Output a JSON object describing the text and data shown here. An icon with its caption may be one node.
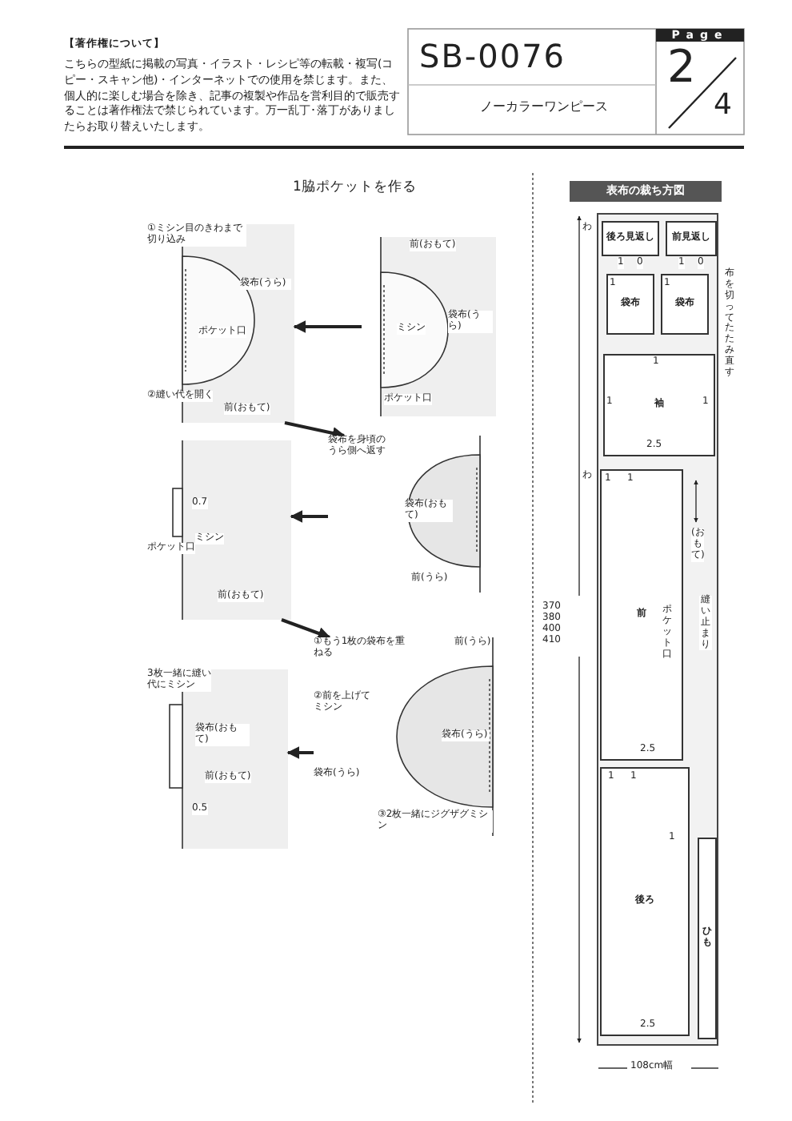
{
  "diagram": {
    "nodes": [
      {
        "text": [
          "前(おもて)",
          "袋布(うら)",
          "ポケット口",
          "ミシン"
        ]
      },
      {
        "text": [
          "①ミシン目のきわまで切り込み",
          "ポケット口",
          "袋布(うら)",
          "②縫い代を開く",
          "前(おもて)"
        ]
      },
      {
        "text": [
          "袋布を身頃のうら側へ返す",
          "袋布(おもて)",
          "前(うら)"
        ]
      },
      {
        "text": [
          "ポケット口",
          "0.7",
          "ミシン",
          "前(おもて)"
        ]
      },
      {
        "text": [
          "①もう1枚の袋布を重ねる",
          "前(うら)",
          "②前を上げてミシン",
          "袋布(うら)",
          "袋布(うら)",
          "③2枚一緒にジグザグミシン"
        ]
      },
      {
        "text": [
          "3枚一緒に縫い代にミシン",
          "袋布(おもて)",
          "前(おもて)",
          "0.5"
        ]
      },
      {
        "text": [
          "表布の裁ち方図"
        ]
      },
      {
        "text": [],
        "shape": "box"
      },
      {
        "text": [
          "後ろ見返し"
        ],
        "in": 7
      },
      {
        "text": [
          "前見返し"
        ],
        "in": 7
      },
      {
        "text": [
          "袋布"
        ],
        "in": 7
      },
      {
        "text": [
          "袋布"
        ],
        "in": 7
      },
      {
        "text": [
          "袖"
        ],
        "in": 7
      },
      {
        "text": [
          "前"
        ],
        "in": 7
      },
      {
        "text": [
          "後ろ"
        ],
        "in": 7
      },
      {
        "text": [
          "ひも"
        ],
        "in": 7
      }
    ],
    "edges": [
      {
        "from": 0,
        "to": 1,
        "arrow": "to"
      },
      {
        "from": 1,
        "to": 2,
        "arrow": "to"
      },
      {
        "from": 2,
        "to": 3,
        "arrow": "to"
      },
      {
        "from": 3,
        "to": 4,
        "arrow": "to"
      },
      {
        "from": 4,
        "to": 5,
        "arrow": "to"
      }
    ],
    "labels": [
      "【著作権について】",
      "こちらの型紙に掲載の写真・イラスト・レシピ等の転載・複写(コピー・スキャン他)・インターネットでの使用を禁じます。また、個人的に楽しむ場合を除き、記事の複製や作品を営利目的で販売することは著作権法で禁じられています。万一乱丁･落丁がありましたらお取り替えいたします。",
      "SB-0076",
      "ノーカラーワンピース",
      "Page",
      "2",
      "4",
      "1脇ポケットを作る",
      "わ",
      "1",
      "0",
      "1",
      "0",
      "布を切ってたたみ直す",
      "1",
      "1",
      "1",
      "1",
      "1",
      "2.5",
      "わ",
      "1",
      "1",
      "(おもて)",
      "370 380 400 410",
      "ポケット口",
      "縫い止まり",
      "2.5",
      "1",
      "1",
      "1",
      "2.5",
      "108cm幅"
    ]
  }
}
